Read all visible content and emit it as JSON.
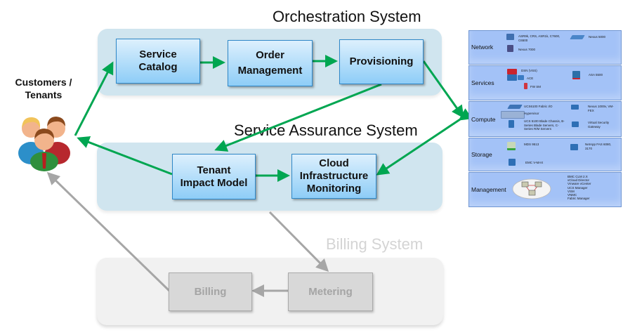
{
  "systems": {
    "orchestration": {
      "title": "Orchestration System",
      "boxes": {
        "service_catalog": "Service Catalog",
        "order_management_line1": "Order",
        "order_management_line2": "Management",
        "provisioning": "Provisioning"
      }
    },
    "assurance": {
      "title": "Service Assurance System",
      "boxes": {
        "tenant_impact_line1": "Tenant",
        "tenant_impact_line2": "Impact Model",
        "cloud_monitoring_line1": "Cloud",
        "cloud_monitoring_line2": "Infrastructure",
        "cloud_monitoring_line3": "Monitoring"
      }
    },
    "billing": {
      "title": "Billing System",
      "boxes": {
        "billing": "Billing",
        "metering": "Metering"
      }
    }
  },
  "customers": {
    "label_line1": "Customers /",
    "label_line2": "Tenants",
    "icon": "people-group-icon"
  },
  "colors": {
    "flow_arrow": "#00a651",
    "billing_arrow": "#a6a6a6",
    "box_border": "#2f88c8",
    "group_bg": "#d0e5ef",
    "infra_row": "#a3c2f7"
  },
  "infrastructure": {
    "rows": [
      {
        "label": "Network",
        "items": [
          {
            "icon": "router-icon",
            "text": "ASR9k, CRS, ASR1k, C7600, C6500"
          },
          {
            "icon": "switch-icon",
            "text": "Nexus 5000"
          },
          {
            "icon": "chassis-switch-icon",
            "text": "Nexus 7000"
          }
        ]
      },
      {
        "label": "Services",
        "items": [
          {
            "icon": "firewall-icon",
            "text": "DSN (VSS)"
          },
          {
            "icon": "load-balancer-icon",
            "text": "ACE"
          },
          {
            "icon": "firewall-module-icon",
            "text": "FW SM"
          },
          {
            "icon": "security-appliance-icon",
            "text": "ASA 5500"
          }
        ]
      },
      {
        "label": "Compute",
        "items": [
          {
            "icon": "fabric-interconnect-icon",
            "text": "UCS6100 Fabric I/O"
          },
          {
            "icon": "vsphere-icon",
            "text": "Hypervisor"
          },
          {
            "icon": "blade-chassis-icon",
            "text": "UCS 5100 Blade Chassis, B-Series Blade Servers, C-Series R/M Servers"
          },
          {
            "icon": "virtual-switch-icon",
            "text": "Nexus 1000v, VM-FEX"
          },
          {
            "icon": "security-gateway-icon",
            "text": "Virtual Security Gateway"
          }
        ]
      },
      {
        "label": "Storage",
        "items": [
          {
            "icon": "san-switch-icon",
            "text": "MDS 9513"
          },
          {
            "icon": "storage-array-icon",
            "text": "EMC V-MAX"
          },
          {
            "icon": "nas-icon",
            "text": "NetApp FAS 6080, 3170"
          }
        ]
      },
      {
        "label": "Management",
        "icon": "network-cloud-icon",
        "items_text": [
          "BMC CLM 2.X",
          "vCloud Director",
          "Vmware vCenter",
          "UCS Manager",
          "VSM",
          "VNMC",
          "Fabric Manager"
        ]
      }
    ]
  }
}
